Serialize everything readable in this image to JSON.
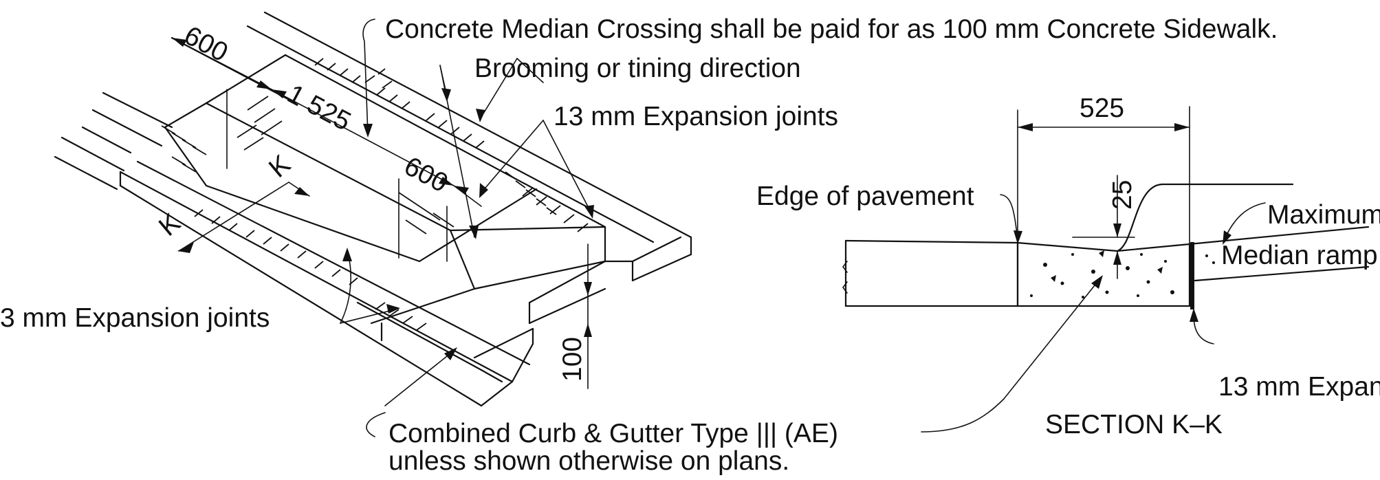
{
  "notes": {
    "median_crossing": "Concrete Median Crossing shall be paid for as 100 mm Concrete Sidewalk.",
    "brooming": "Brooming or tining direction",
    "expansion_joints_upper": "13 mm Expansion joints",
    "expansion_joints_left": "3 mm Expansion joints",
    "curb_line1": "Combined Curb & Gutter Type ||| (AE)",
    "curb_line2": "unless shown otherwise on plans."
  },
  "isometric": {
    "dim_600_top": "600",
    "dim_1525": "1 525",
    "dim_600_mid": "600",
    "dim_100": "100",
    "section_mark_left": "K",
    "section_mark_right": "K"
  },
  "section": {
    "title": "SECTION K–K",
    "dim_525": "525",
    "dim_25": "25",
    "edge_of_pavement": "Edge of pavement",
    "maximum": "Maximum",
    "median_ramp": "Median ramp",
    "expansion_label": "13 mm Expan"
  }
}
